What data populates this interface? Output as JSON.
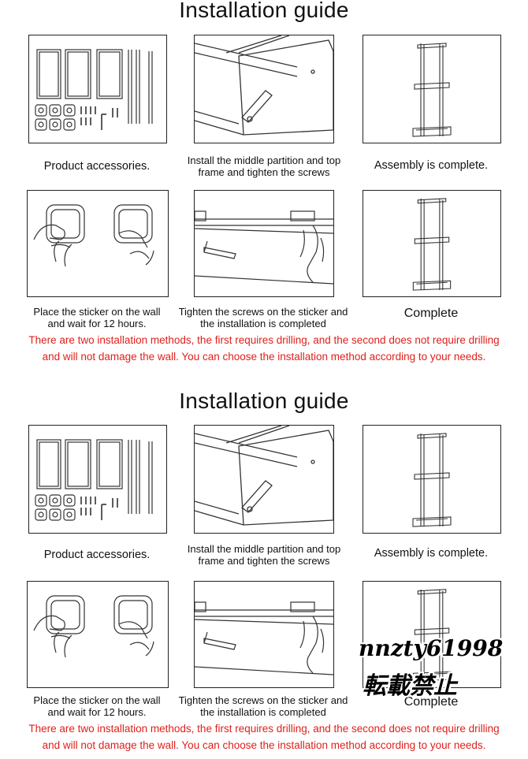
{
  "guides": [
    {
      "title": "Installation guide",
      "captions": {
        "accessories": "Product accessories.",
        "partition": "Install the middle partition and top frame and tighten the screws",
        "assembly": "Assembly is complete.",
        "sticker": "Place the sticker on the wall and wait for 12 hours.",
        "tighten": "Tighten the screws on the sticker and the installation is completed",
        "complete": "Complete"
      },
      "note_line1": "There are two installation methods, the first requires drilling, and the second does not require drilling",
      "note_line2": "and will not damage the wall. You can choose the installation method according to your needs."
    },
    {
      "title": "Installation guide",
      "captions": {
        "accessories": "Product accessories.",
        "partition": "Install the middle partition and top frame and tighten the screws",
        "assembly": "Assembly is complete.",
        "sticker": "Place the sticker on the wall and wait for 12 hours.",
        "tighten": "Tighten the screws on the sticker and the installation is completed",
        "complete": "Complete"
      },
      "note_line1": "There are two installation methods, the first requires drilling, and the second does not require drilling",
      "note_line2": "and will not damage the wall. You can choose the installation method according to your needs."
    }
  ],
  "watermark": {
    "line1": "nnzty61998",
    "line2": "転載禁止"
  },
  "colors": {
    "note_red": "#e0201a",
    "line": "#222222"
  }
}
